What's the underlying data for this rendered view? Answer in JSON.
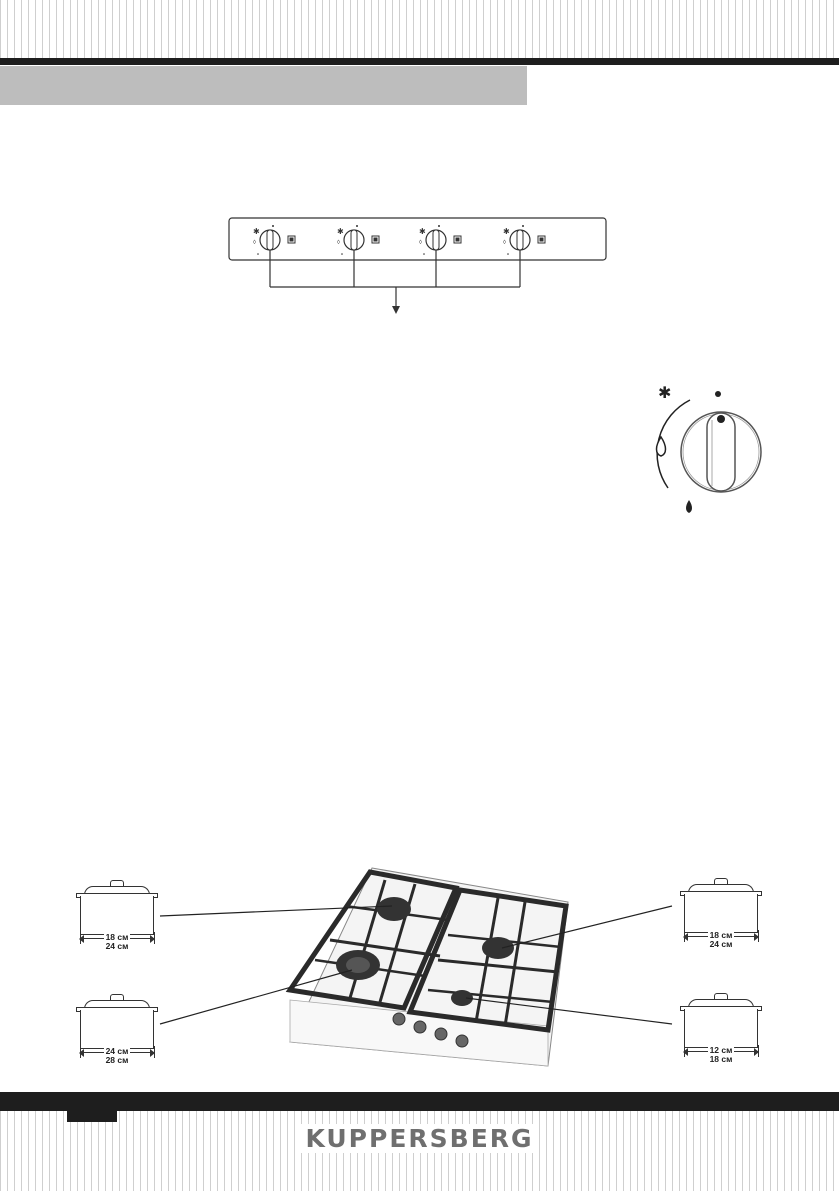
{
  "brand": {
    "name": "KUPPERSBERG"
  },
  "pots": [
    {
      "name": "pot-top-left",
      "min": "18 см",
      "max": "24 см"
    },
    {
      "name": "pot-bottom-left",
      "min": "24 см",
      "max": "28 см"
    },
    {
      "name": "pot-top-right",
      "min": "18 см",
      "max": "24 см"
    },
    {
      "name": "pot-bottom-right",
      "min": "12 см",
      "max": "18 см"
    }
  ],
  "icons": {
    "panel_knob": "burner-knob-icon",
    "burner_indicator": "burner-position-icon",
    "ignition": "spark-icon",
    "flame_large": "large-flame-icon",
    "flame_small": "small-flame-icon",
    "off_dot": "off-dot-icon"
  },
  "colors": {
    "rule": "#1e1e1e",
    "section_bar": "#bdbdbd",
    "brand_text": "#6f6f6f"
  }
}
